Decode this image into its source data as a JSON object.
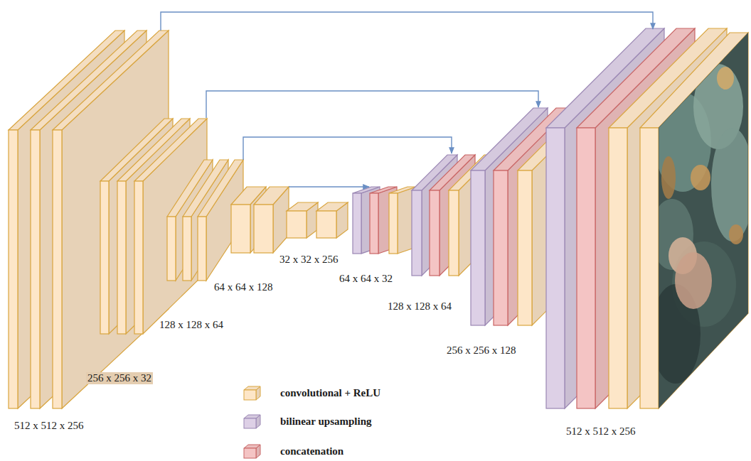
{
  "diagram": {
    "labels": [
      "512 x 512 x 256",
      "256 x 256 x 32",
      "128 x 128 x 64",
      "64 x 64 x 128",
      "32 x 32 x 256",
      "64 x 64 x 32",
      "128 x 128 x 64",
      "256 x 256 x 128",
      "512 x 512 x 256"
    ],
    "legend": [
      {
        "text": "convolutional + ReLU",
        "color": "#fde6c8"
      },
      {
        "text": "bilinear upsampling",
        "color": "#ddd0e6"
      },
      {
        "text": "concatenation",
        "color": "#f4c4c4"
      }
    ]
  }
}
